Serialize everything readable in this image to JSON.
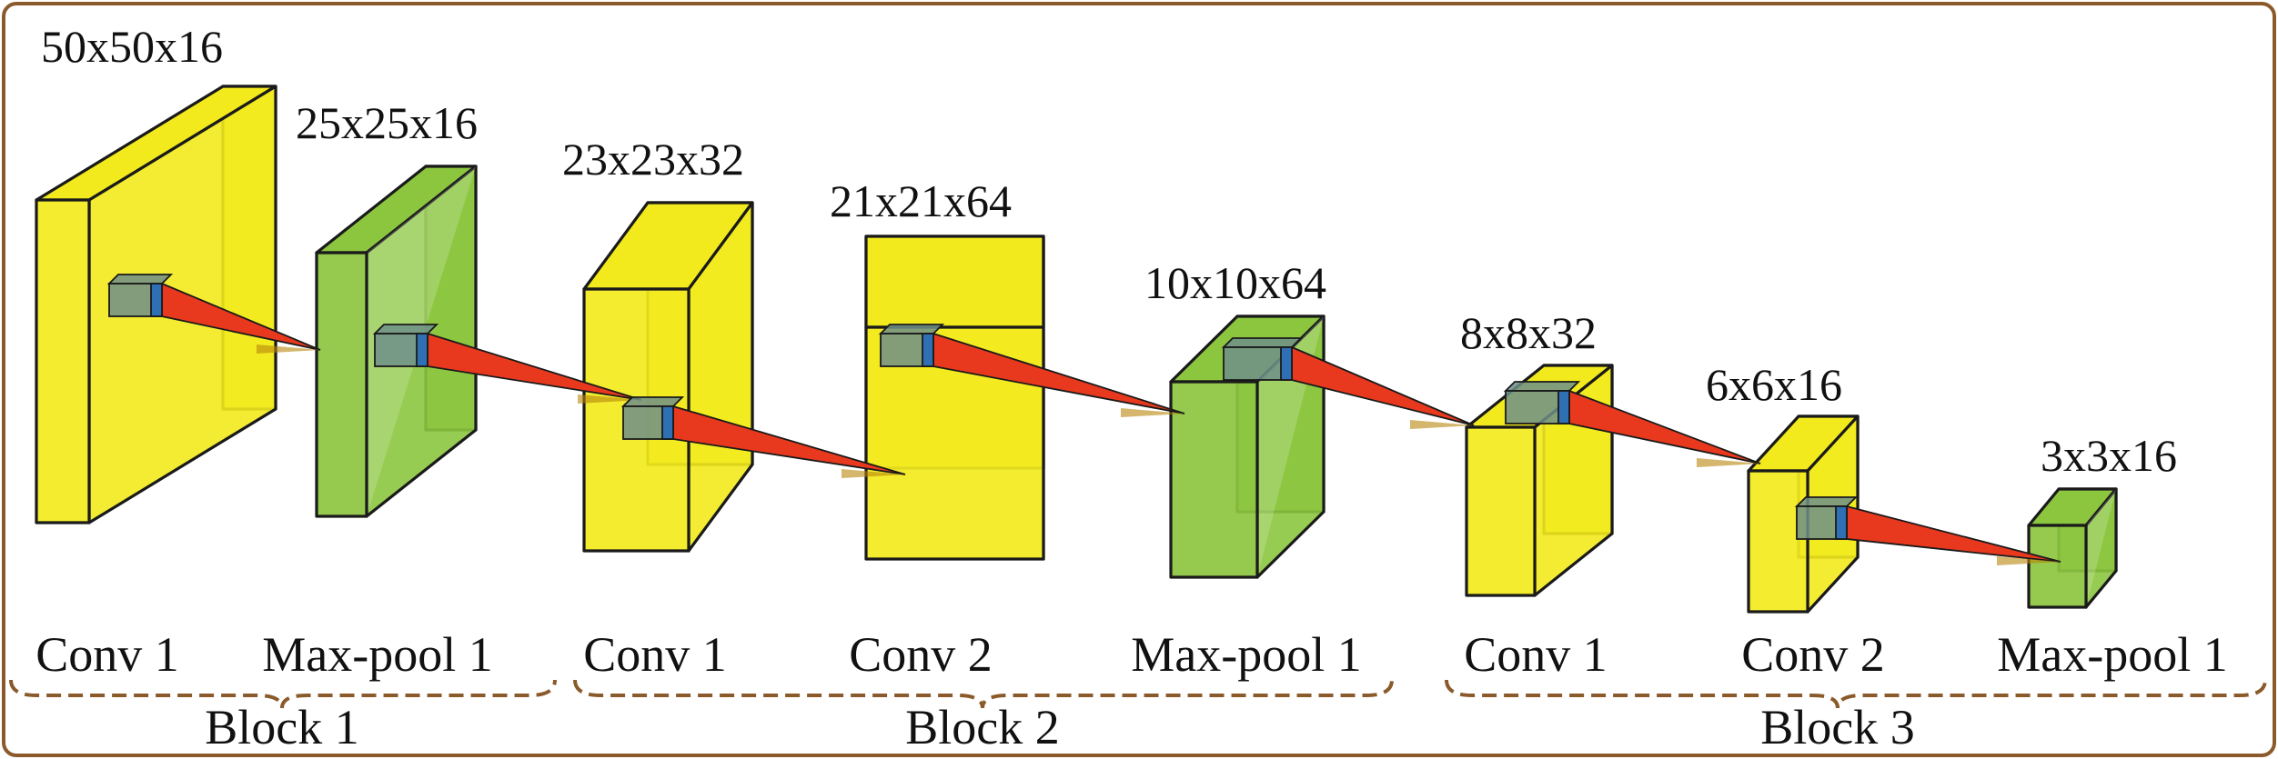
{
  "colors": {
    "frame": "#8b5a2b",
    "conv_face": "#f2ea1d",
    "pool_face": "#8cc63f",
    "edge": "#1a1a1a",
    "kernel_cone": "#e8391e",
    "kernel_cone_tip": "#b8860b",
    "kernel_box": "#6e8f8a",
    "kernel_box_front": "#2f6fb3"
  },
  "layers": [
    {
      "id": "b1-conv1",
      "dims": "50x50x16",
      "label": "Conv 1",
      "type": "conv"
    },
    {
      "id": "b1-pool1",
      "dims": "25x25x16",
      "label": "Max-pool 1",
      "type": "pool"
    },
    {
      "id": "b2-conv1",
      "dims": "23x23x32",
      "label": "Conv 1",
      "type": "conv"
    },
    {
      "id": "b2-conv2",
      "dims": "21x21x64",
      "label": "Conv 2",
      "type": "conv"
    },
    {
      "id": "b2-pool1",
      "dims": "10x10x64",
      "label": "Max-pool 1",
      "type": "pool"
    },
    {
      "id": "b3-conv1",
      "dims": "8x8x32",
      "label": "Conv 1",
      "type": "conv"
    },
    {
      "id": "b3-conv2",
      "dims": "6x6x16",
      "label": "Conv 2",
      "type": "conv"
    },
    {
      "id": "b3-pool1",
      "dims": "3x3x16",
      "label": "Max-pool 1",
      "type": "pool"
    }
  ],
  "blocks": [
    {
      "id": "block-1",
      "label": "Block 1"
    },
    {
      "id": "block-2",
      "label": "Block 2"
    },
    {
      "id": "block-3",
      "label": "Block 3"
    }
  ]
}
